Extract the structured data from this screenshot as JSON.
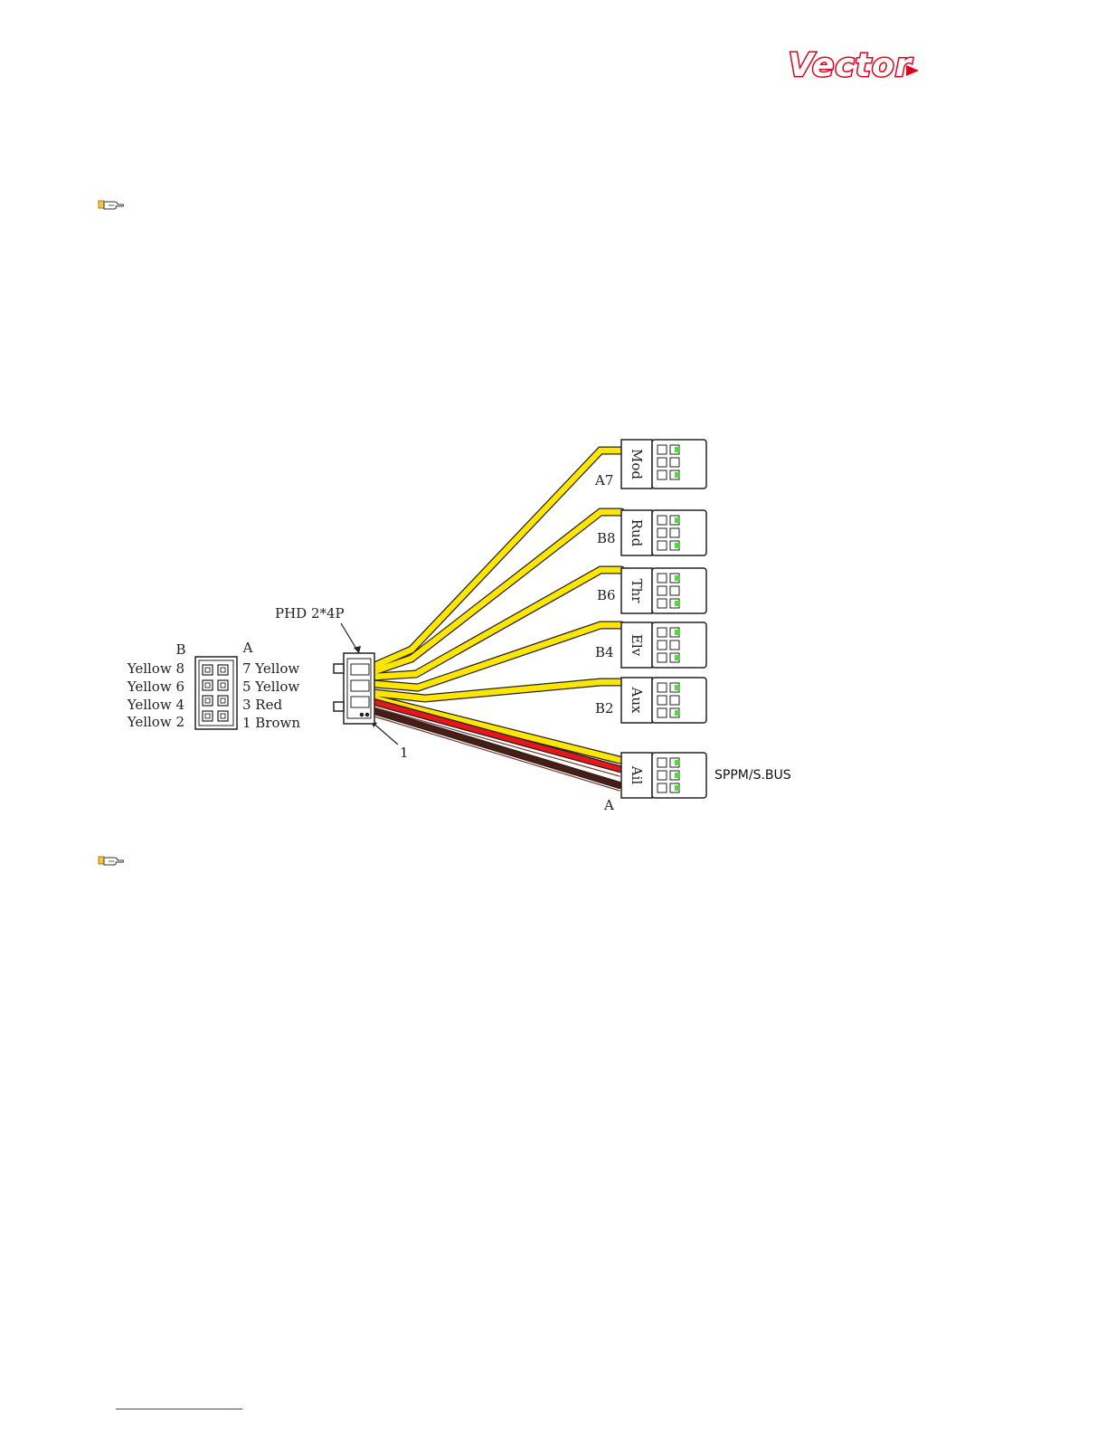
{
  "logo": {
    "text": "Vector",
    "color": "#e3001b"
  },
  "icons": [
    "pointing-hand-icon",
    "pointing-hand-icon"
  ],
  "connector": {
    "label": "PHD 2*4P",
    "pin_one_label": "1",
    "column_b": "B",
    "column_a": "A",
    "pins_b": [
      "Yellow 8",
      "Yellow 6",
      "Yellow 4",
      "Yellow 2"
    ],
    "pins_a": [
      "7 Yellow",
      "5 Yellow",
      "3 Red",
      "1 Brown"
    ]
  },
  "channels": [
    {
      "name": "Mod",
      "pin": "A7"
    },
    {
      "name": "Rud",
      "pin": "B8"
    },
    {
      "name": "Thr",
      "pin": "B6"
    },
    {
      "name": "Elv",
      "pin": "B4"
    },
    {
      "name": "Aux",
      "pin": "B2"
    },
    {
      "name": "Ail",
      "pin": "A"
    }
  ],
  "ail_note": "SPPM/S.BUS",
  "wire_colors": {
    "signal": "#ffe600",
    "power": "#e8161b",
    "ground": "#4a1d14"
  }
}
